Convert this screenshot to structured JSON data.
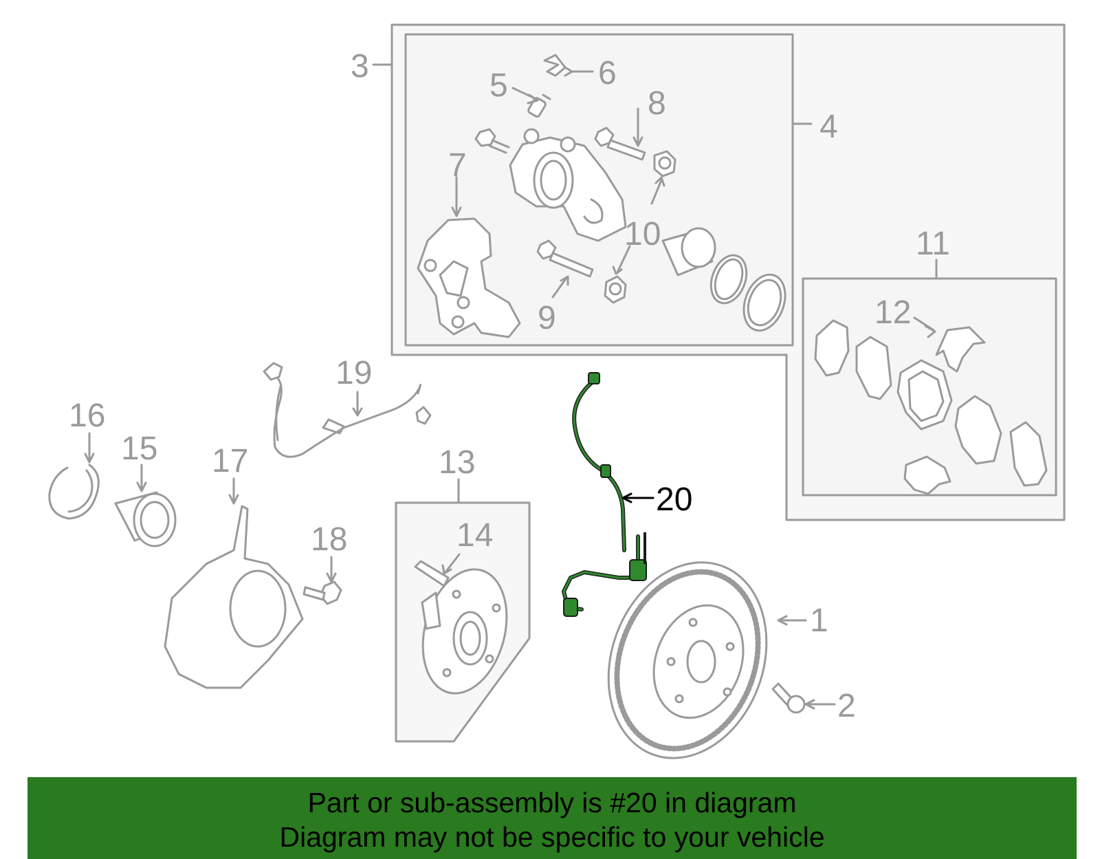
{
  "callouts": {
    "c1": "1",
    "c2": "2",
    "c3": "3",
    "c4": "4",
    "c5": "5",
    "c6": "6",
    "c7": "7",
    "c8": "8",
    "c9": "9",
    "c10": "10",
    "c11": "11",
    "c12": "12",
    "c13": "13",
    "c14": "14",
    "c15": "15",
    "c16": "16",
    "c17": "17",
    "c18": "18",
    "c19": "19",
    "c20": "20"
  },
  "highlight": {
    "part_number": "20",
    "color": "#2f8a2f"
  },
  "banner": {
    "line1": "Part or sub-assembly is #20 in diagram",
    "line2": "Diagram may not be specific to your vehicle",
    "background": "#2a7a1f"
  }
}
